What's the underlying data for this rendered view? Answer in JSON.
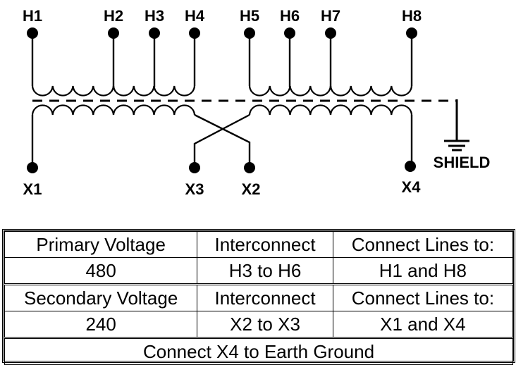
{
  "diagram": {
    "title": "Transformer wiring diagram",
    "primary_terminals": [
      "H1",
      "H2",
      "H3",
      "H4",
      "H5",
      "H6",
      "H7",
      "H8"
    ],
    "secondary_terminals": [
      "X1",
      "X3",
      "X2",
      "X4"
    ],
    "shield_label": "SHIELD"
  },
  "table": {
    "primary": {
      "header": [
        "Primary Voltage",
        "Interconnect",
        "Connect Lines to:"
      ],
      "values": [
        "480",
        "H3 to H6",
        "H1 and H8"
      ]
    },
    "secondary": {
      "header": [
        "Secondary Voltage",
        "Interconnect",
        "Connect Lines to:"
      ],
      "values": [
        "240",
        "X2 to X3",
        "X1 and X4"
      ]
    },
    "note": "Connect X4 to Earth Ground"
  }
}
